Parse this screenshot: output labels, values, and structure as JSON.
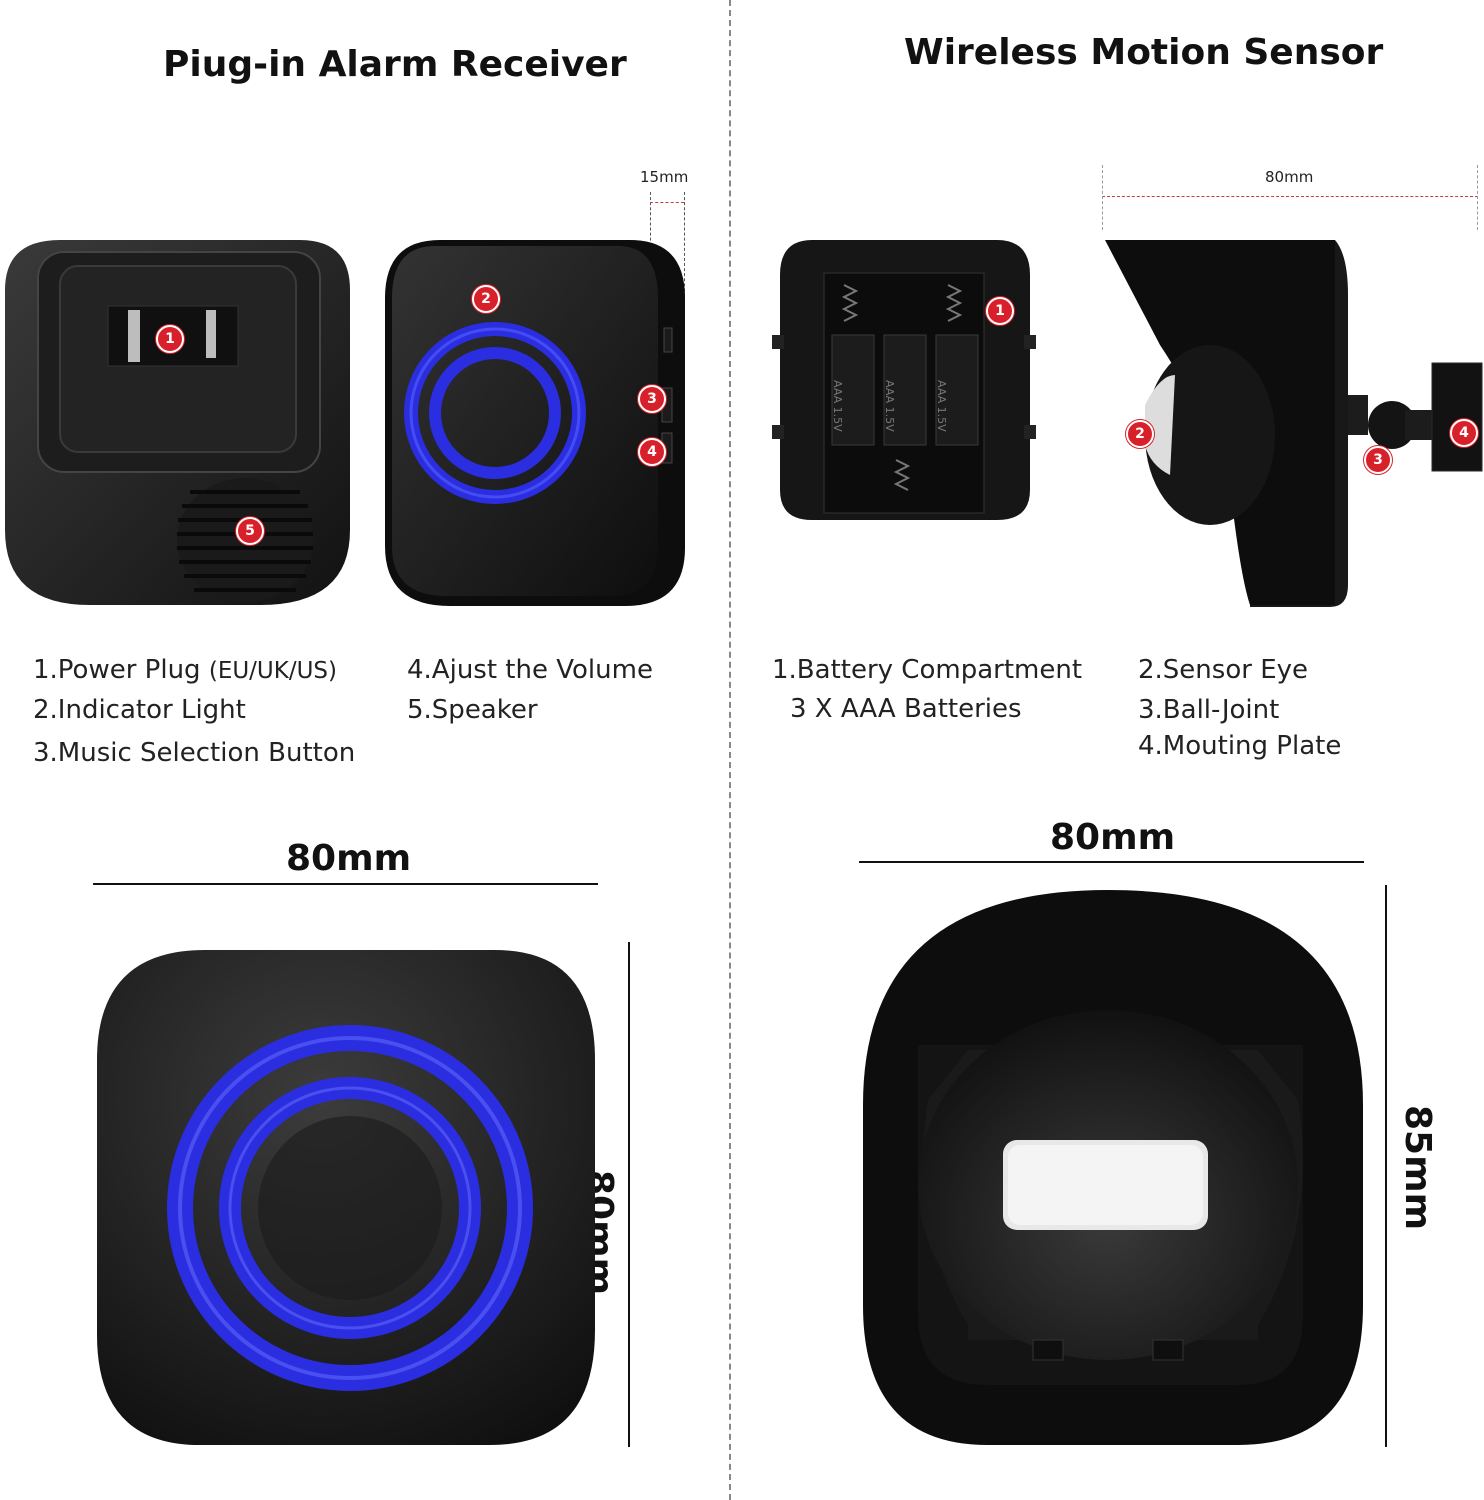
{
  "left": {
    "title": "Piug-in Alarm Receiver",
    "thickness_label": "15mm",
    "callouts": [
      "1",
      "2",
      "3",
      "4",
      "5"
    ],
    "labels": {
      "item1": "1.Power Plug",
      "item1_region": "(EU/UK/US)",
      "item2": "2.Indicator Light",
      "item3": "3.Music Selection Button",
      "item4": "4.Ajust the Volume",
      "item5": "5.Speaker"
    },
    "width_label": "80mm",
    "height_label": "80mm",
    "accent_color": "#2a2ee0"
  },
  "right": {
    "title": "Wireless Motion Sensor",
    "top_width_label": "80mm",
    "callouts": [
      "1",
      "2",
      "3",
      "4"
    ],
    "labels": {
      "item1": "1.Battery Compartment",
      "item1_detail": "3 X AAA Batteries",
      "item2": "2.Sensor Eye",
      "item3": "3.Ball-Joint",
      "item4": "4.Mouting Plate"
    },
    "battery_markings": [
      "AAA 1.5V",
      "AAA 1.5V",
      "AAA 1.5V"
    ],
    "width_label": "80mm",
    "height_label": "85mm"
  }
}
